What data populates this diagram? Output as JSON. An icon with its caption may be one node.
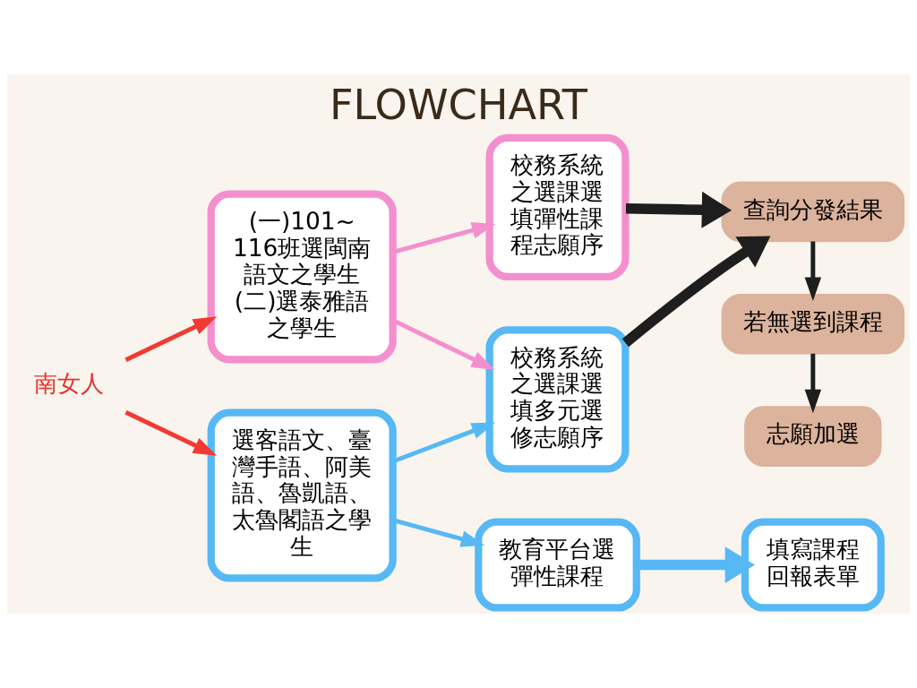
{
  "diagram": {
    "title": "FLOWCHART",
    "nodes": [
      {
        "text": [
          "南女人"
        ]
      },
      {
        "text": [
          "(一)101~116班選閩南語文之學生",
          "(二)選泰雅語之學生"
        ]
      },
      {
        "text": [
          "選客語文、臺灣手語、阿美語、魯凱語、太魯閣語之學生"
        ]
      },
      {
        "text": [
          "校務系統之選課選填彈性課程志願序"
        ]
      },
      {
        "text": [
          "校務系統之選課選填多元選修志願序"
        ]
      },
      {
        "text": [
          "教育平台選彈性課程"
        ]
      },
      {
        "text": [
          "查詢分發結果"
        ]
      },
      {
        "text": [
          "若無選到課程"
        ]
      },
      {
        "text": [
          "志願加選"
        ]
      },
      {
        "text": [
          "填寫課程回報表單"
        ]
      }
    ],
    "edges": [
      {
        "from": 0,
        "to": 1,
        "arrow": "to",
        "color": "#f03a32"
      },
      {
        "from": 0,
        "to": 2,
        "arrow": "to",
        "color": "#f03a32"
      },
      {
        "from": 1,
        "to": 3,
        "arrow": "to",
        "color": "#f48fce"
      },
      {
        "from": 1,
        "to": 4,
        "arrow": "to",
        "color": "#f48fce"
      },
      {
        "from": 2,
        "to": 4,
        "arrow": "to",
        "color": "#56b8f5"
      },
      {
        "from": 2,
        "to": 5,
        "arrow": "to",
        "color": "#56b8f5"
      },
      {
        "from": 3,
        "to": 6,
        "arrow": "to",
        "style": "thick",
        "color": "#1e1e1e"
      },
      {
        "from": 4,
        "to": 6,
        "arrow": "to",
        "style": "thick",
        "color": "#1e1e1e"
      },
      {
        "from": 6,
        "to": 7,
        "arrow": "to",
        "color": "#1e1e1e"
      },
      {
        "from": 7,
        "to": 8,
        "arrow": "to",
        "color": "#1e1e1e"
      },
      {
        "from": 5,
        "to": 9,
        "arrow": "to",
        "style": "thick",
        "color": "#56b8f5"
      }
    ]
  }
}
